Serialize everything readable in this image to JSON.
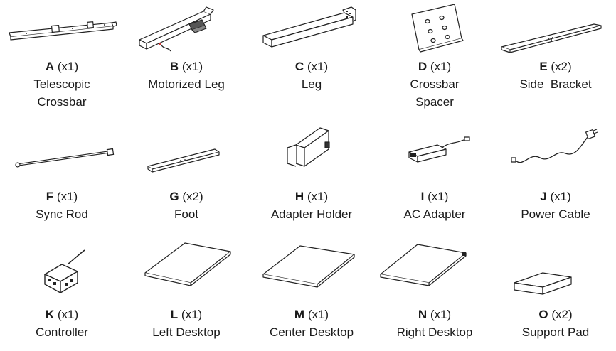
{
  "parts": [
    {
      "letter": "A",
      "qty": "(x1)",
      "name": "Telescopic\nCrossbar",
      "icon": "telescopic-crossbar-icon"
    },
    {
      "letter": "B",
      "qty": "(x1)",
      "name": "Motorized Leg",
      "icon": "motorized-leg-icon"
    },
    {
      "letter": "C",
      "qty": "(x1)",
      "name": "Leg",
      "icon": "leg-icon"
    },
    {
      "letter": "D",
      "qty": "(x1)",
      "name": "Crossbar\nSpacer",
      "icon": "crossbar-spacer-icon"
    },
    {
      "letter": "E",
      "qty": "(x2)",
      "name": "Side  Bracket",
      "icon": "side-bracket-icon"
    },
    {
      "letter": "F",
      "qty": "(x1)",
      "name": "Sync Rod",
      "icon": "sync-rod-icon"
    },
    {
      "letter": "G",
      "qty": "(x2)",
      "name": "Foot",
      "icon": "foot-icon"
    },
    {
      "letter": "H",
      "qty": "(x1)",
      "name": "Adapter Holder",
      "icon": "adapter-holder-icon"
    },
    {
      "letter": "I",
      "qty": "(x1)",
      "name": "AC Adapter",
      "icon": "ac-adapter-icon"
    },
    {
      "letter": "J",
      "qty": "(x1)",
      "name": "Power Cable",
      "icon": "power-cable-icon"
    },
    {
      "letter": "K",
      "qty": "(x1)",
      "name": "Controller",
      "icon": "controller-icon"
    },
    {
      "letter": "L",
      "qty": "(x1)",
      "name": "Left Desktop",
      "icon": "left-desktop-icon"
    },
    {
      "letter": "M",
      "qty": "(x1)",
      "name": "Center Desktop",
      "icon": "center-desktop-icon"
    },
    {
      "letter": "N",
      "qty": "(x1)",
      "name": "Right Desktop",
      "icon": "right-desktop-icon"
    },
    {
      "letter": "O",
      "qty": "(x2)",
      "name": "Support Pad",
      "icon": "support-pad-icon"
    }
  ]
}
